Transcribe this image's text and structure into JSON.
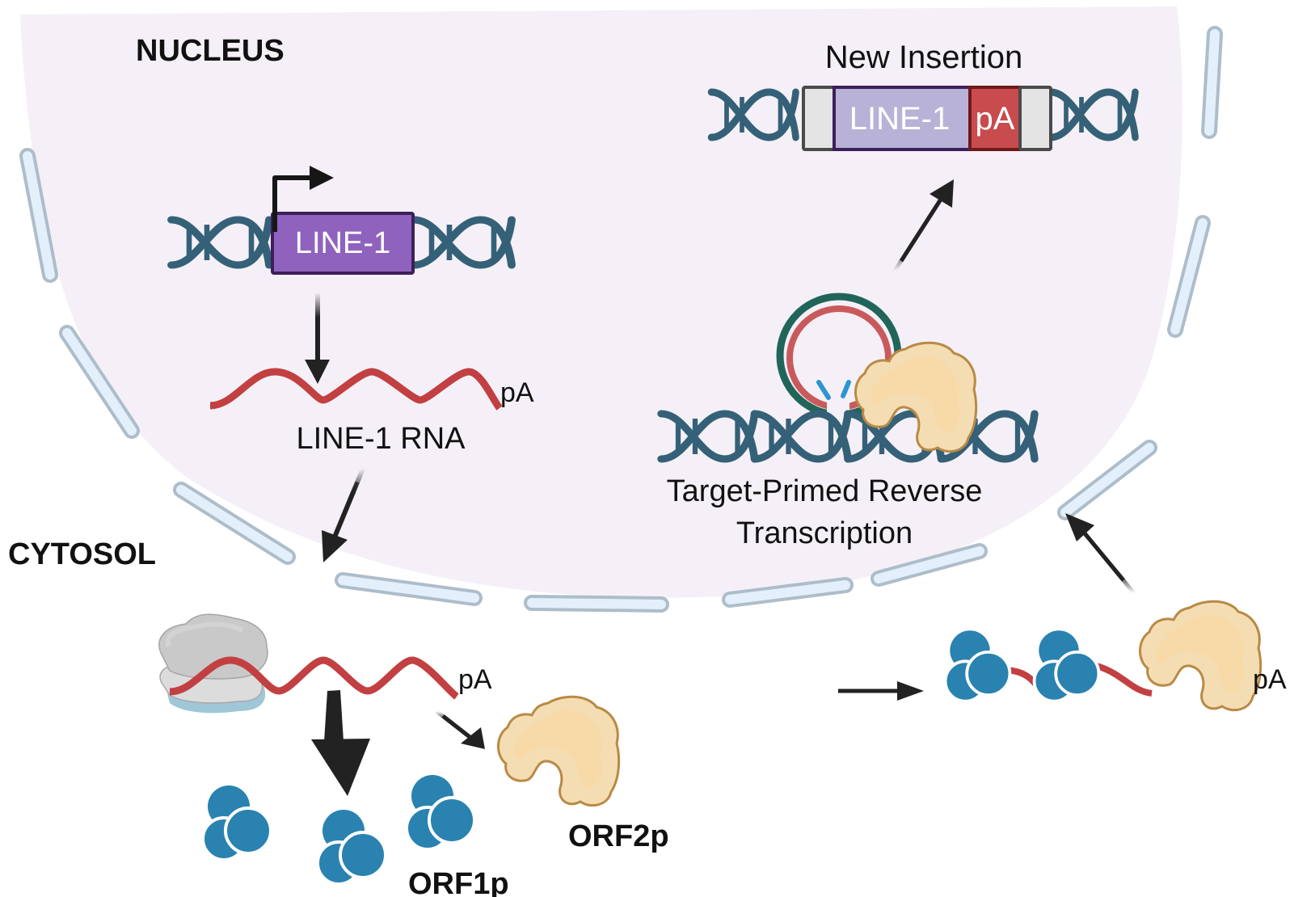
{
  "labels": {
    "nucleus": "NUCLEUS",
    "cytosol": "CYTOSOL",
    "gene": "LINE-1",
    "rna_polya": "pA",
    "rna_label": "LINE-1 RNA",
    "new_insertion_title": "New Insertion",
    "insertion_gene": "LINE-1",
    "insertion_polya": "pA",
    "tprt_line1": "Target-Primed Reverse",
    "tprt_line2": "Transcription",
    "cyto_rna_polya": "pA",
    "orf1p": "ORF1p",
    "orf2p": "ORF2p",
    "rnp_polya": "pA"
  },
  "colors": {
    "nucleus_fill": "#f5f0f7",
    "membrane_fill": "#e3f0fc",
    "membrane_stroke": "#adbdc9",
    "dna": "#356178",
    "gene_fill": "#8f63bd",
    "gene_stroke": "#3d1f5c",
    "insertion_fill": "#b8b2d6",
    "polya_fill": "#c84b4d",
    "polya_stroke": "#6e1a1c",
    "flank_fill": "#e4e4e4",
    "flank_stroke": "#4a4a4a",
    "rna": "#c24042",
    "orf1p": "#2a82b0",
    "orf2p_fill": "#f5ddb3",
    "orf2p_stroke": "#b98a45",
    "loop_outer": "#21655a",
    "loop_inner": "#c95a5c",
    "primer": "#2e95d3",
    "arrow": "#222222"
  }
}
